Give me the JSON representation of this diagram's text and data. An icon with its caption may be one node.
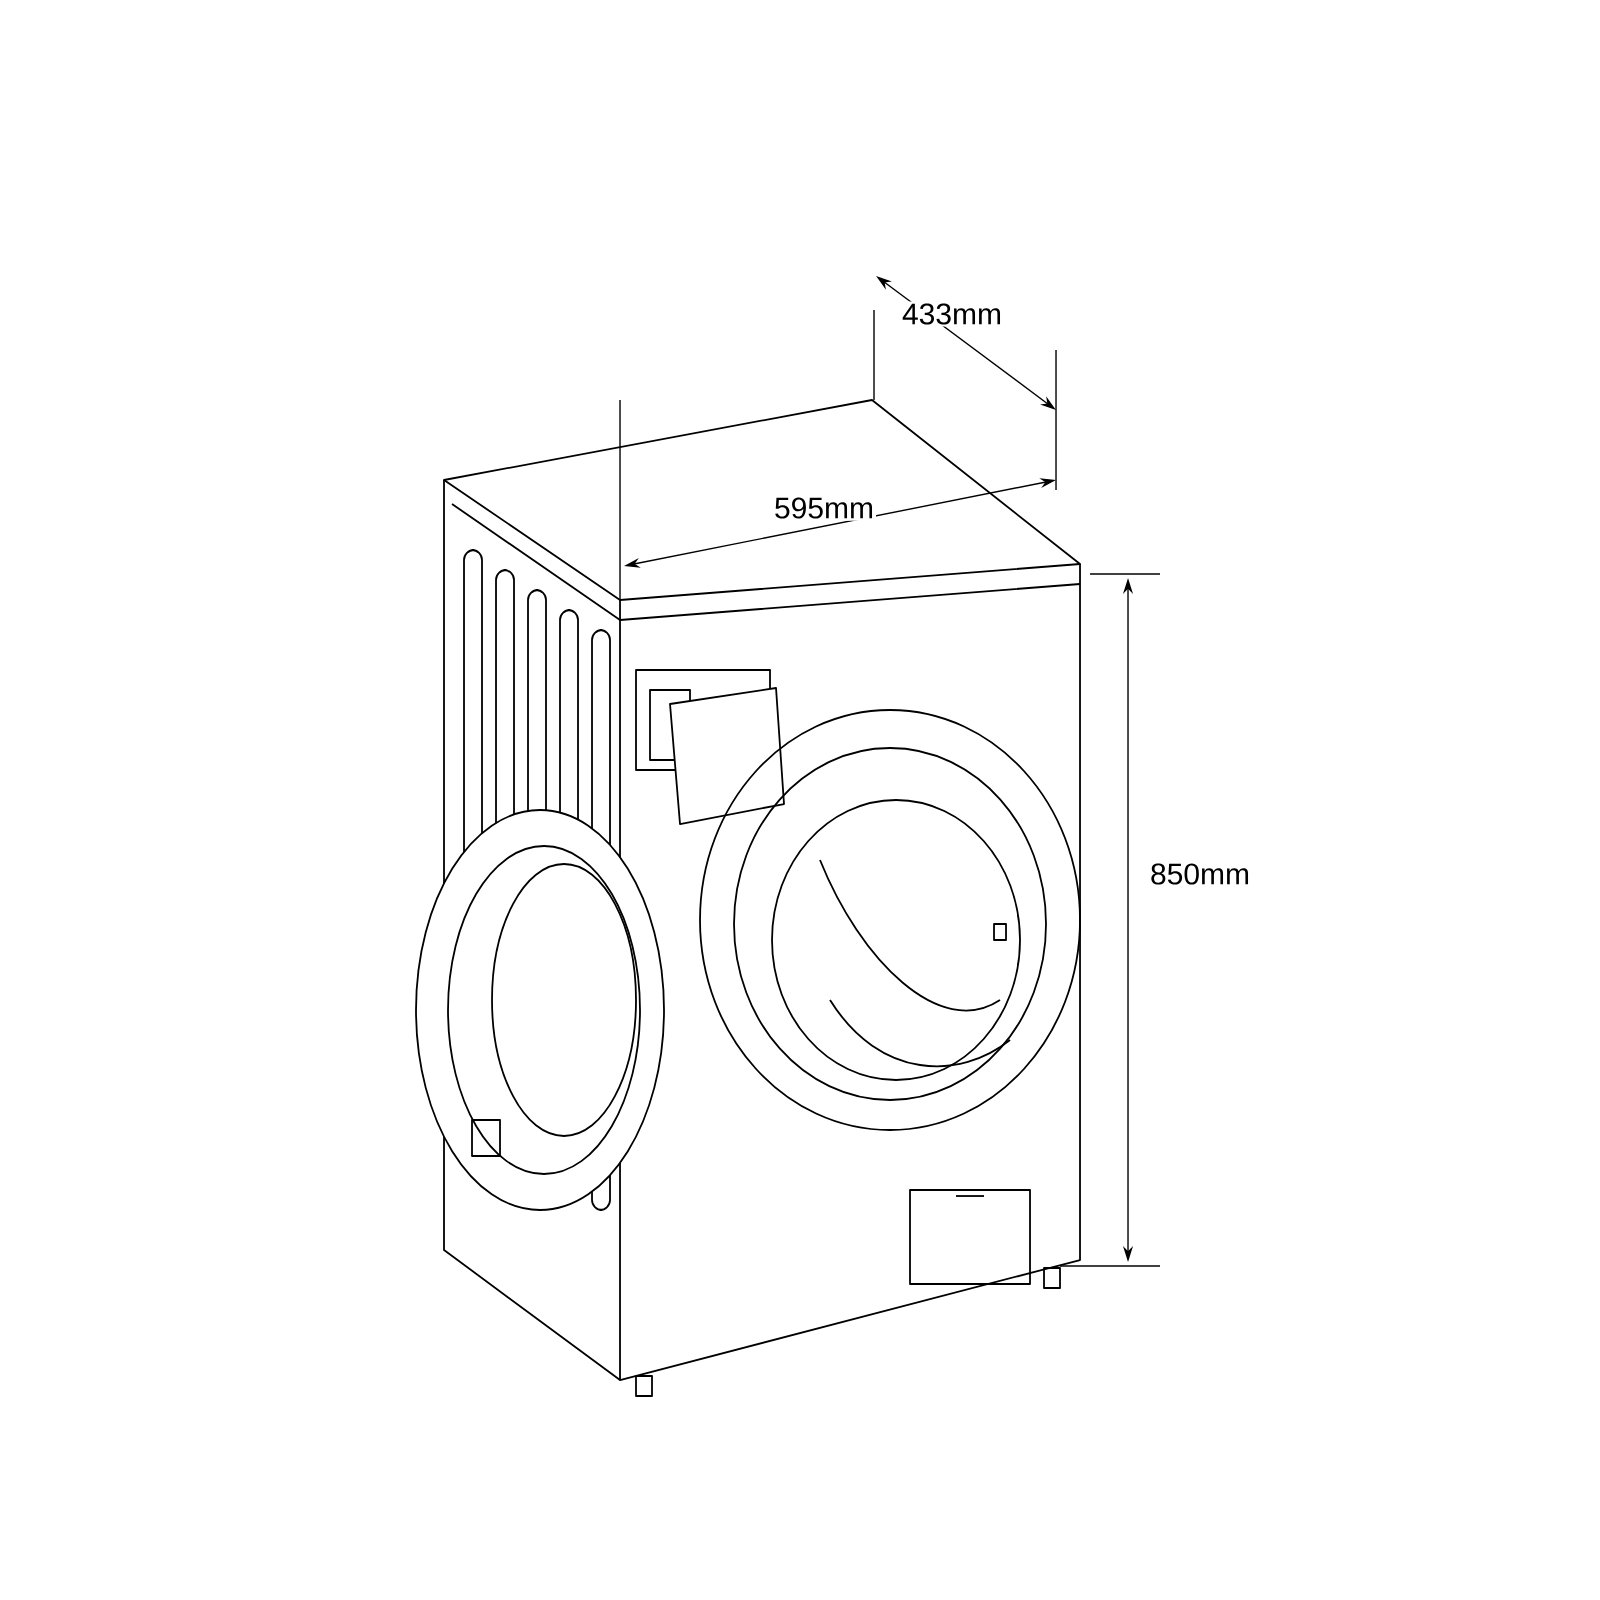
{
  "diagram": {
    "labels": [
      "433mm",
      "595mm",
      "850mm"
    ]
  }
}
